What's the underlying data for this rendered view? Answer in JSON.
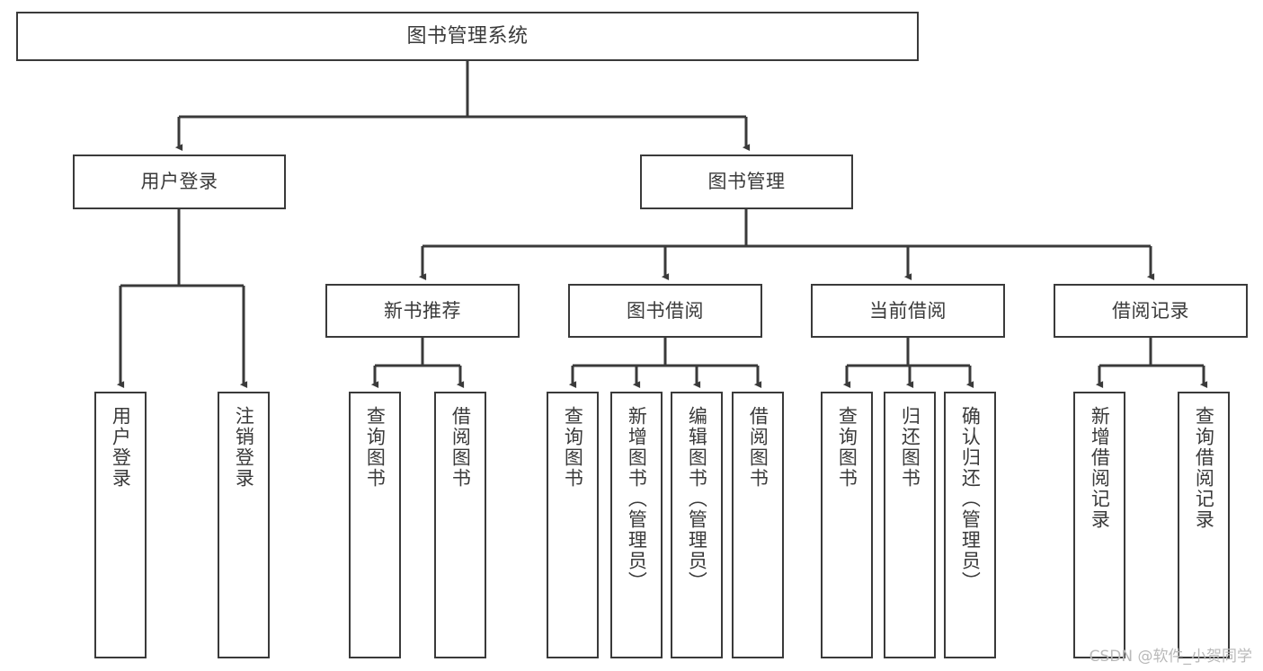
{
  "diagram": {
    "title": "图书管理系统",
    "watermark": "CSDN @软件_小贺同学",
    "line_color": "#3a3a3a",
    "box_fill": "#ffffff",
    "text_color": "#3a3a3a",
    "root": {
      "label": "图书管理系统"
    },
    "level2": [
      {
        "label": "用户登录"
      },
      {
        "label": "图书管理"
      }
    ],
    "level3": [
      {
        "label": "新书推荐"
      },
      {
        "label": "图书借阅"
      },
      {
        "label": "当前借阅"
      },
      {
        "label": "借阅记录"
      }
    ],
    "leaves": {
      "user_login": [
        {
          "label": "用户登录"
        },
        {
          "label": "注销登录"
        }
      ],
      "new_book_recommend": [
        {
          "label": "查询图书"
        },
        {
          "label": "借阅图书"
        }
      ],
      "book_borrow": [
        {
          "label": "查询图书"
        },
        {
          "label": "新增图书（管理员）"
        },
        {
          "label": "编辑图书（管理员）"
        },
        {
          "label": "借阅图书"
        }
      ],
      "current_borrow": [
        {
          "label": "查询图书"
        },
        {
          "label": "归还图书"
        },
        {
          "label": "确认归还（管理员）"
        }
      ],
      "borrow_record": [
        {
          "label": "新增借阅记录"
        },
        {
          "label": "查询借阅记录"
        }
      ]
    }
  }
}
